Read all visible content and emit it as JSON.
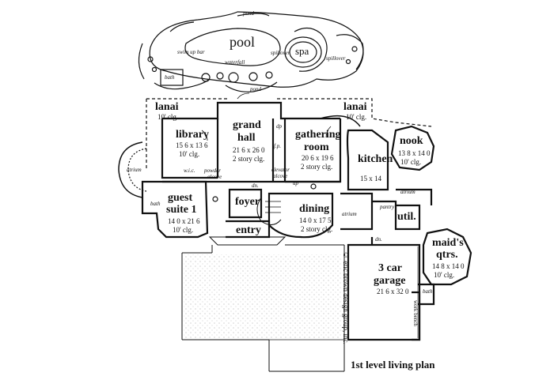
{
  "caption": "1st level living plan",
  "copyright": "© eric brown design group, inc.",
  "outdoor": {
    "pool": "pool",
    "spa": "spa",
    "pond_top": "pond",
    "pond_bottom": "pond",
    "swim_up_bar": "swim up bar",
    "waterfall": "waterfall",
    "spillover_left": "spillover",
    "spillover_right": "spillover",
    "bath": "bath"
  },
  "rooms": {
    "lanai_left": {
      "name": "lanai",
      "clg": "10' clg."
    },
    "lanai_right": {
      "name": "lanai",
      "clg": "10' clg."
    },
    "library": {
      "name": "library",
      "dim": "15 6 x 13 6",
      "clg": "10' clg."
    },
    "grand_hall": {
      "name": "grand",
      "name2": "hall",
      "dim": "21 6 x 26 0",
      "clg": "2 story clg."
    },
    "gathering": {
      "name": "gathering",
      "name2": "room",
      "dim": "20 6 x 19 6",
      "clg": "2 story clg."
    },
    "kitchen": {
      "name": "kitchen",
      "dim": "15 x 14"
    },
    "nook": {
      "name": "nook",
      "dim": "13 8 x 14 0",
      "clg": "10' clg."
    },
    "guest": {
      "name": "guest",
      "name2": "suite 1",
      "dim": "14 0 x 21 6",
      "clg": "10' clg."
    },
    "foyer": {
      "name": "foyer"
    },
    "entry": {
      "name": "entry"
    },
    "dining": {
      "name": "dining",
      "dim": "14 0 x 17 5",
      "clg": "2 story clg."
    },
    "util": {
      "name": "util."
    },
    "pantry": {
      "name": "pantry"
    },
    "maids": {
      "name": "maid's",
      "name2": "qtrs.",
      "dim": "14 8 x 14 0",
      "clg": "10' clg."
    },
    "garage": {
      "name": "3 car",
      "name2": "garage",
      "dim": "21 6 x 32 0"
    }
  },
  "small_labels": {
    "wic": "w.i.c.",
    "powder": "powder",
    "alcove": "alcove",
    "elevator": "elevator",
    "elevator_alcove": "alcove",
    "atrium_left": "atrium",
    "atrium_mid": "atrium",
    "atrium_right": "atrium",
    "bath_guest": "bath",
    "bath_maids": "bath",
    "dn_hall": "dn.",
    "dn_garage": "dn.",
    "dp": "dp",
    "fp": "f.p.",
    "up": "up",
    "work_bench": "work bench"
  }
}
